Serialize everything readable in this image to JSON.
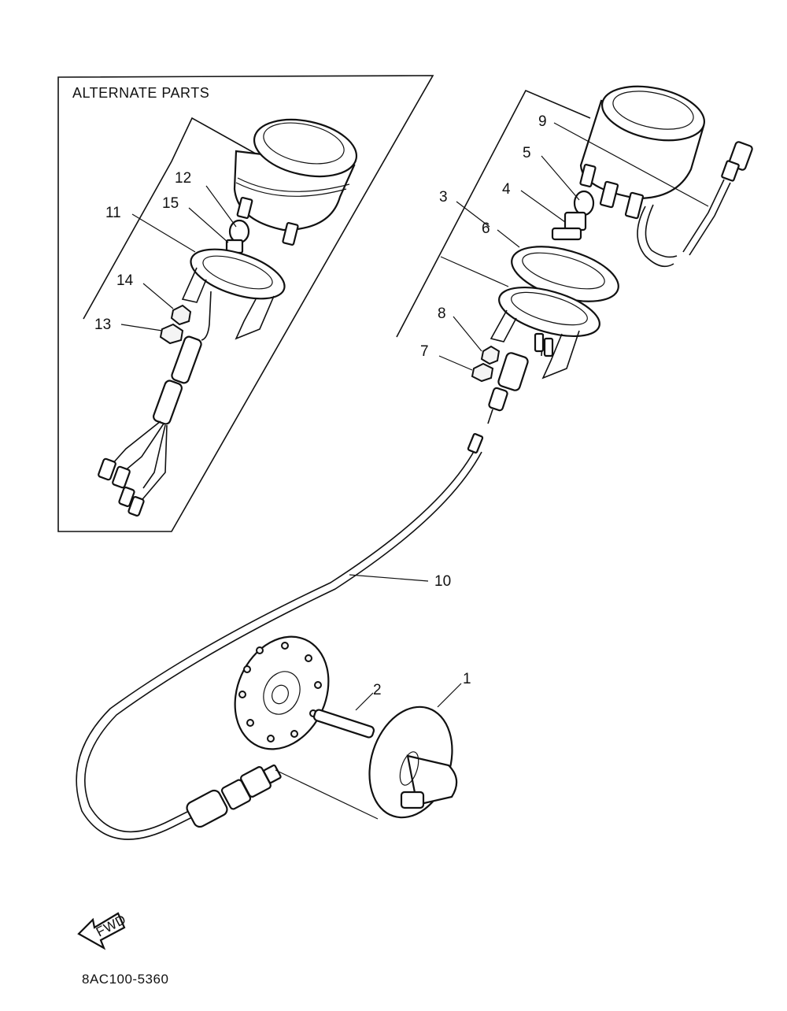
{
  "diagram": {
    "inset_title": "ALTERNATE PARTS",
    "drawing_code": "8AC100-5360",
    "fwd_label": "FWD",
    "callouts": {
      "c1": "1",
      "c2": "2",
      "c3": "3",
      "c4": "4",
      "c5": "5",
      "c6": "6",
      "c7": "7",
      "c8": "8",
      "c9": "9",
      "c10": "10",
      "c11": "11",
      "c12": "12",
      "c13": "13",
      "c14": "14",
      "c15": "15"
    }
  }
}
